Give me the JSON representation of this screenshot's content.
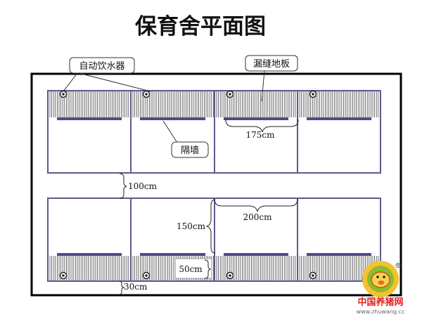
{
  "title": "保育舍平面图",
  "labels": {
    "drinker": "自动饮水器",
    "slatted_floor": "漏缝地板",
    "partition": "隔墙"
  },
  "dimensions": {
    "slat_width": "175cm",
    "aisle_width": "100cm",
    "pen_width": "200cm",
    "pen_depth": "150cm",
    "slat_depth": "50cm",
    "wall_gap": "30cm"
  },
  "watermark": {
    "site_cn": "中国养猪网",
    "site_url": "www.zhuwang.cc",
    "mark": "®"
  },
  "colors": {
    "pen_border": "#5c5a8e",
    "slat_stroke": "#4a4a4a",
    "hatch_bar": "#4e4c86",
    "frame": "#000000"
  }
}
